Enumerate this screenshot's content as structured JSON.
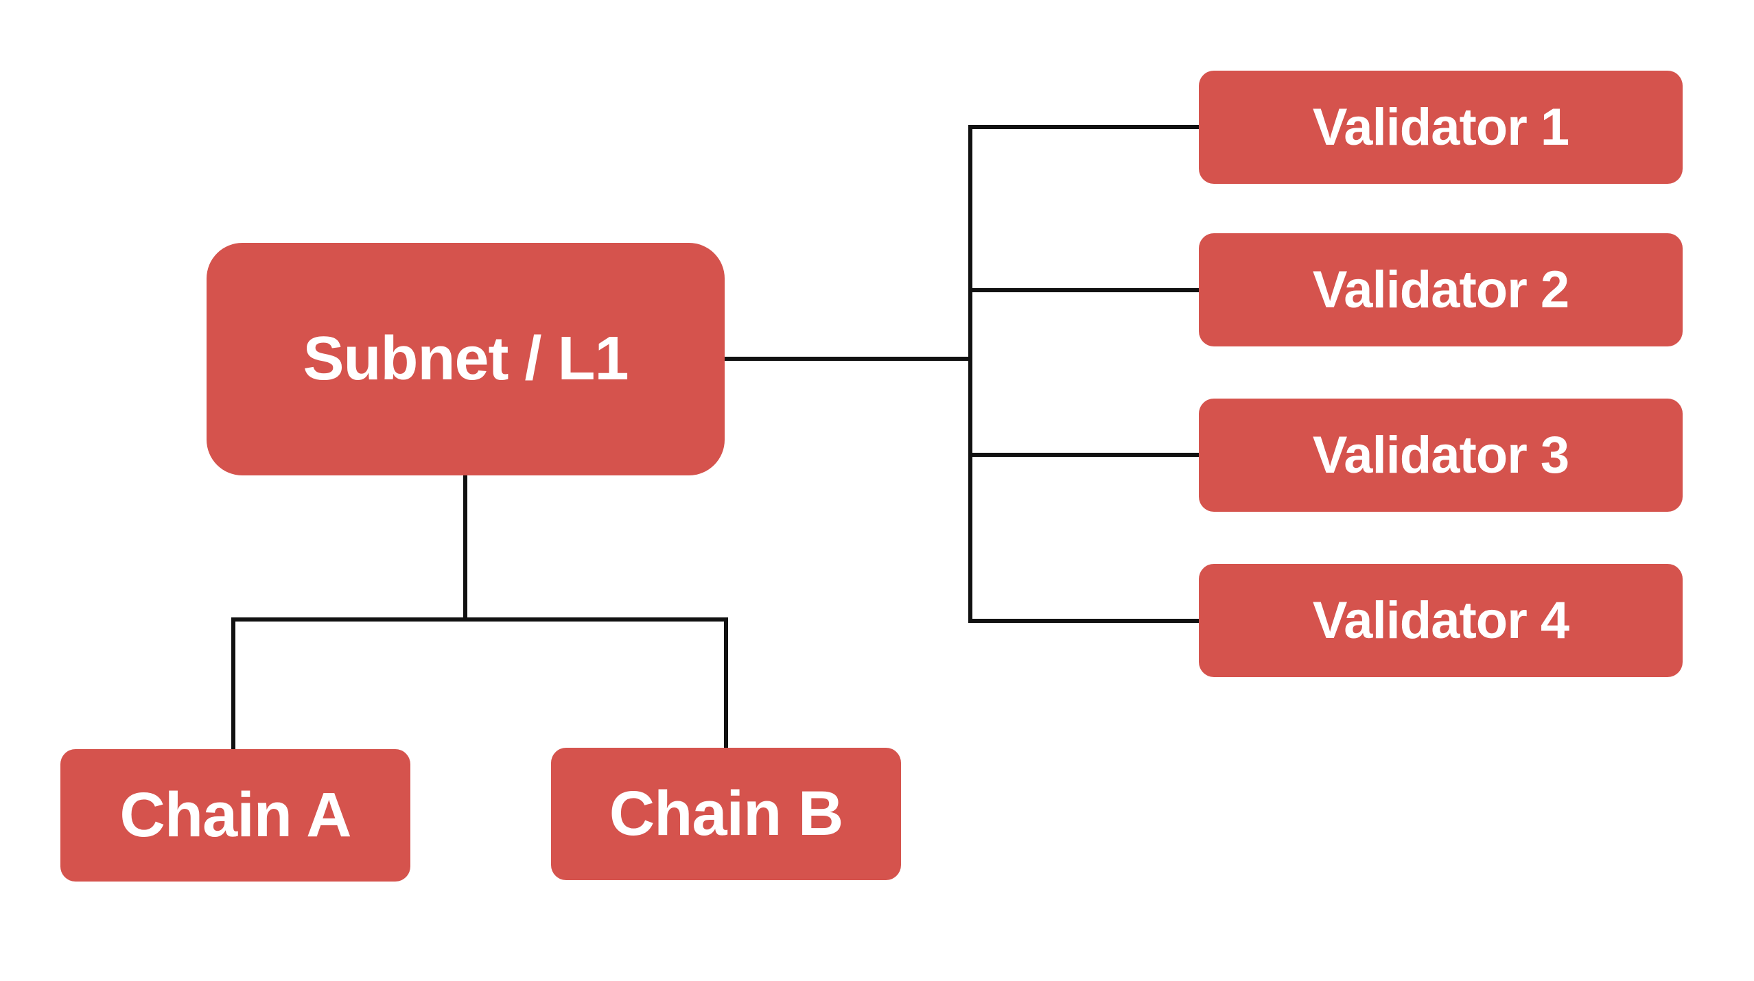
{
  "diagram": {
    "colors": {
      "node_fill": "#D5534D",
      "node_text": "#FFFFFF",
      "connector": "#111111",
      "background": "#FFFFFF"
    },
    "nodes": {
      "subnet": {
        "label": "Subnet / L1"
      },
      "validators": [
        {
          "label": "Validator 1"
        },
        {
          "label": "Validator 2"
        },
        {
          "label": "Validator 3"
        },
        {
          "label": "Validator 4"
        }
      ],
      "chains": [
        {
          "label": "Chain A"
        },
        {
          "label": "Chain B"
        }
      ]
    },
    "connectors": [
      "subnet-to-trunk",
      "validator-trunk",
      "trunk-to-validator-1",
      "trunk-to-validator-2",
      "trunk-to-validator-3",
      "trunk-to-validator-4",
      "subnet-to-chain-bus",
      "chain-bus",
      "bus-to-chain-a",
      "bus-to-chain-b"
    ]
  }
}
